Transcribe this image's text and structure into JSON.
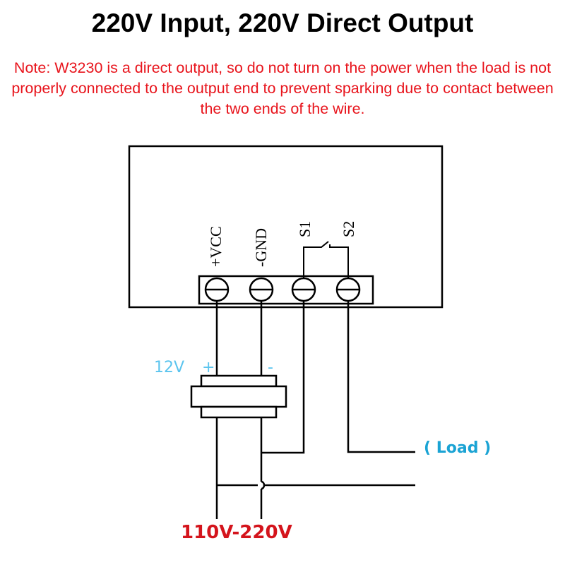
{
  "title": "220V Input, 220V Direct Output",
  "note": "Note: W3230 is a direct output, so do not turn on the power when the load is not properly connected to the output end to prevent sparking due to contact between the two ends of the wire.",
  "terminals": [
    "+VCC",
    "-GND",
    "S1",
    "S2"
  ],
  "supply_label": "12V",
  "plus_label": "+",
  "minus_label": "-",
  "load_label": "( Load )",
  "input_label": "110V-220V"
}
